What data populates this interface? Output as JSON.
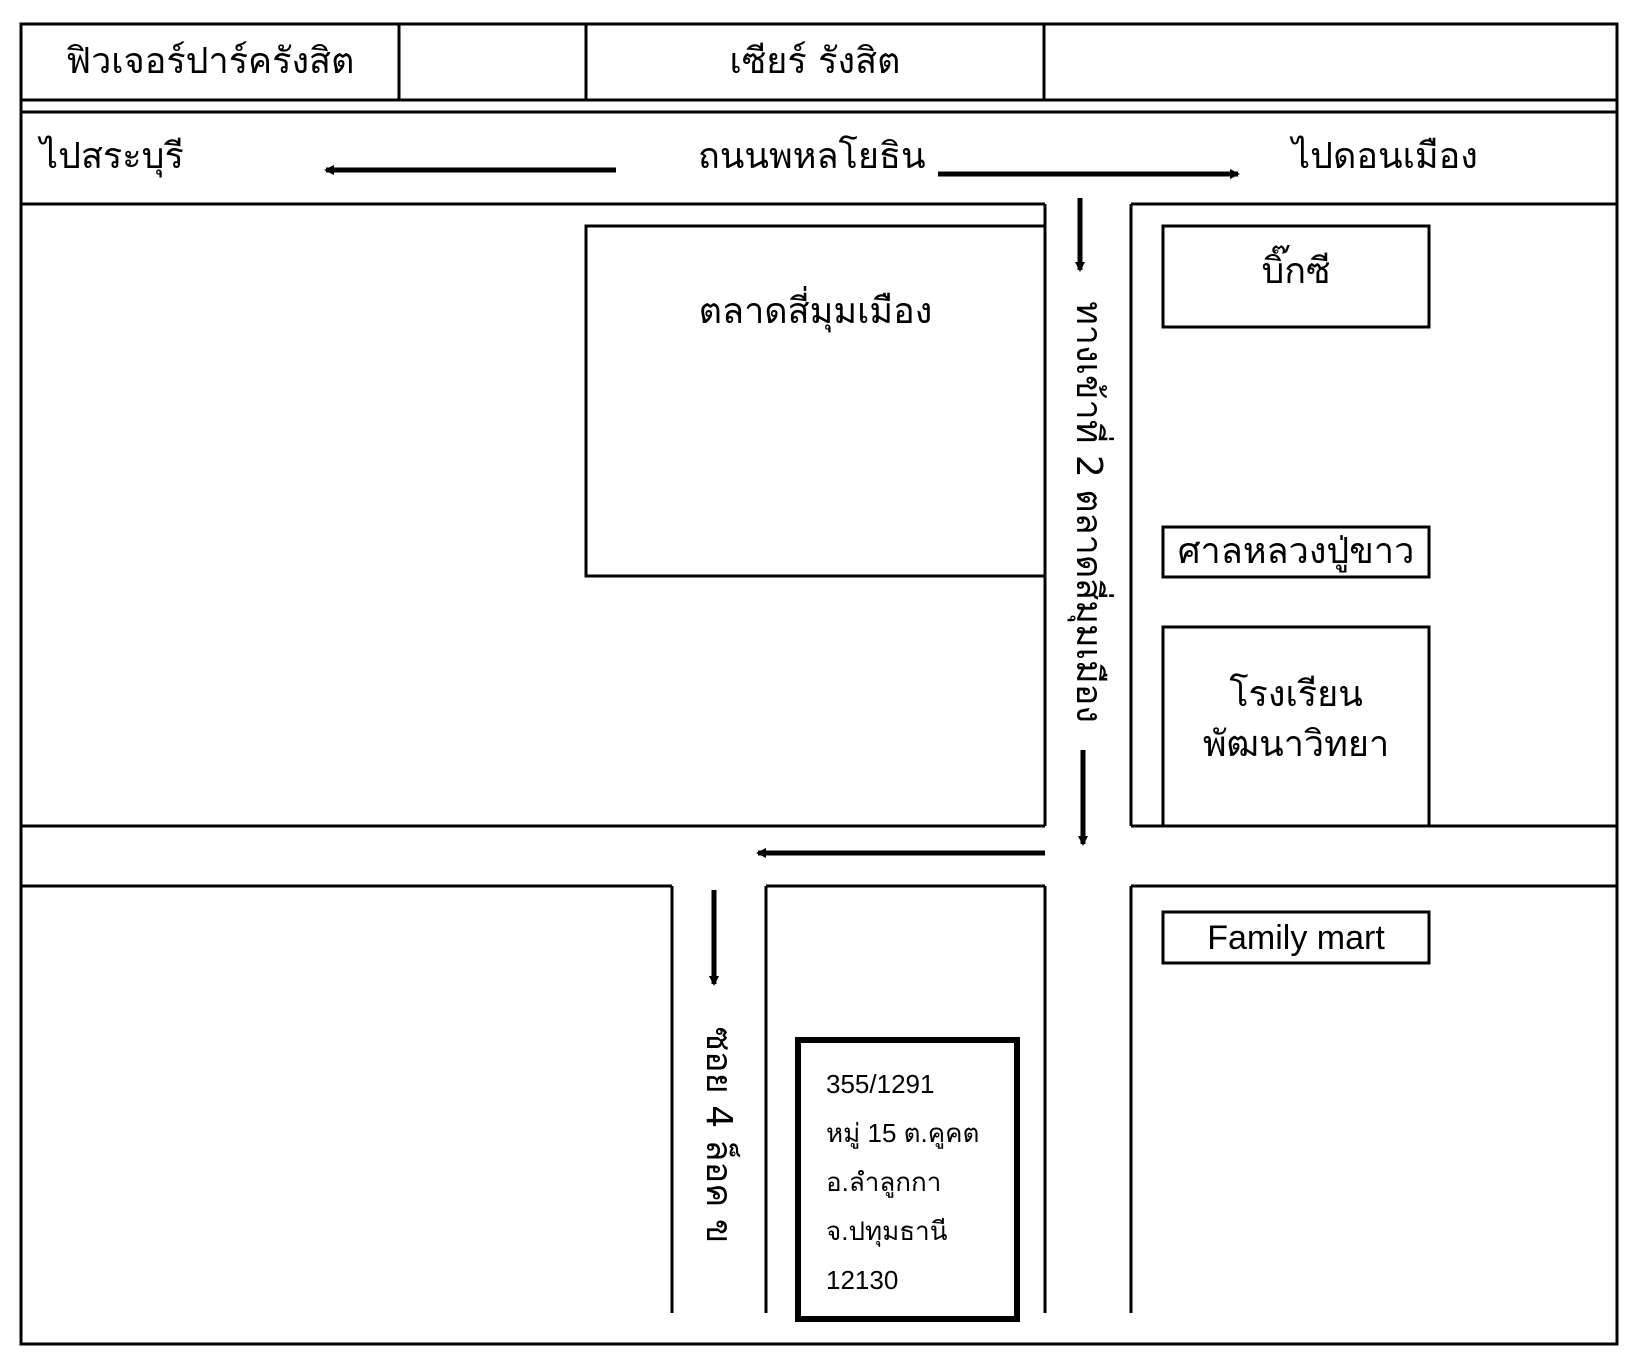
{
  "map": {
    "landmarks": {
      "future_park": "ฟิวเจอร์ปาร์ครังสิต",
      "zeer": "เซียร์ รังสิต",
      "market": "ตลาดสี่มุมเมือง",
      "big_c": "บิ๊กซี",
      "shrine": "ศาลหลวงปู่ขาว",
      "school_line1": "โรงเรียน",
      "school_line2": "พัฒนาวิทยา",
      "family_mart": "Family mart"
    },
    "roads": {
      "main_road": "ถนนพหลโยธิน",
      "to_saraburi": "ไปสระบุรี",
      "to_don_mueang": "ไปดอนเมือง",
      "entrance_2": "ทางเข้าที่ 2 ตลาดสี่มุมเมือง",
      "soi": "ซอย 4 ล็อค ข"
    },
    "address": {
      "line1": "355/1291",
      "line2": "หมู่ 15 ต.คูคต",
      "line3": "อ.ลำลูกกา",
      "line4": "จ.ปทุมธานี",
      "line5": "12130"
    },
    "colors": {
      "ink": "#000000",
      "background": "#ffffff"
    }
  }
}
